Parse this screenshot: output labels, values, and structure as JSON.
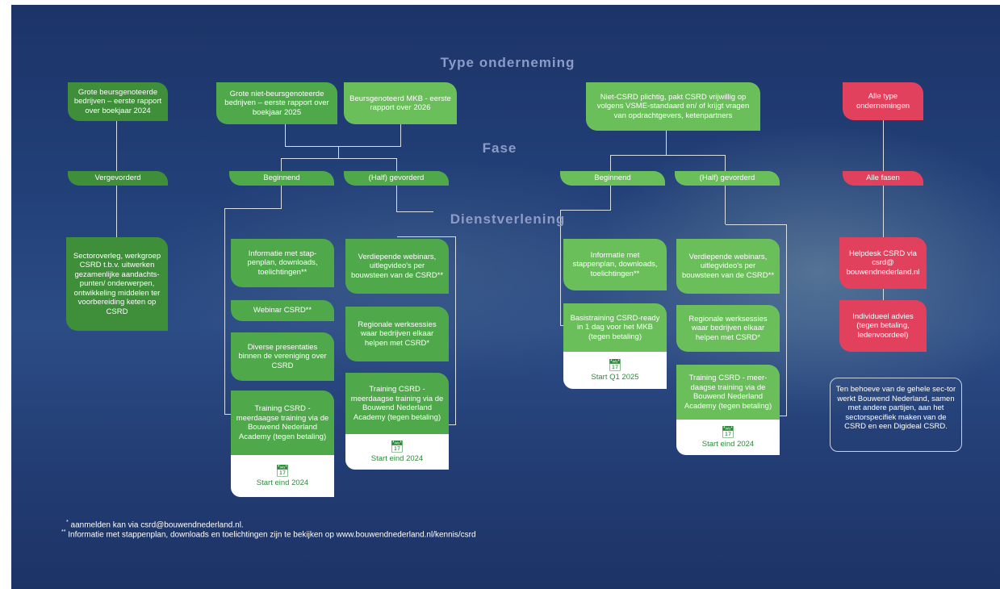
{
  "headings": {
    "type_onderneming": "Type onderneming",
    "fase": "Fase",
    "dienstverlening": "Dienstverlening"
  },
  "types": {
    "grote_beursgenoteerde": "Grote beursgenoteerde bedrijven – eerste rapport over boekjaar 2024",
    "grote_niet_beursgenoteerde": "Grote niet-beursgenoteerde bedrijven – eerste rapport over boekjaar 2025",
    "mkb": "Beursgenoteerd MKB - eerste rapport over 2026",
    "niet_csrd": "Niet-CSRD plichtig, pakt CSRD vrijwillig op volgens VSME-standaard en/ of krijgt vragen van opdrachtgevers, ketenpartners",
    "alle_type": "Alle type ondernemingen"
  },
  "fases": {
    "vergevorderd": "Vergevorderd",
    "beginnend_1": "Beginnend",
    "half_1": "(Half) gevorderd",
    "beginnend_2": "Beginnend",
    "half_2": "(Half) gevorderd",
    "alle_fasen": "Alle fasen"
  },
  "services": {
    "sectoroverleg": "Sectoroverleg, werkgroep CSRD t.b.v. uitwerken gezamenlijke aandachts-punten/ onderwerpen, ontwikkeling middelen ter voorbereiding keten op CSRD",
    "info_1": "Informatie met stap-penplan, downloads, toelichtingen**",
    "webinar": "Webinar CSRD**",
    "presentaties": "Diverse presentaties binnen de vereniging over CSRD",
    "training_1": "Training CSRD - meerdaagse training via de Bouwend Nederland Academy (tegen betaling)",
    "start_1": "Start eind 2024",
    "verdiepende_1": "Verdiepende webinars, uitlegvideo's per bouwsteen van de CSRD**",
    "regionale_1": "Regionale werksessies waar bedrijven elkaar helpen met CSRD*",
    "training_2": "Training CSRD - meerdaagse training via de Bouwend Nederland Academy (tegen betaling)",
    "start_2": "Start eind 2024",
    "info_2": "Informatie met stappenplan, downloads, toelichtingen**",
    "basistraining": "Basistraining CSRD-ready in 1 dag voor het MKB (tegen betaling)",
    "start_3": "Start Q1 2025",
    "verdiepende_2": "Verdiepende webinars, uitlegvideo's per bouwsteen van de CSRD**",
    "regionale_2": "Regionale werksessies waar bedrijven elkaar helpen met CSRD*",
    "training_3": "Training CSRD - meer-daagse training via de Bouwend Nederland Academy (tegen betaling)",
    "start_4": "Start eind 2024",
    "helpdesk": "Helpdesk CSRD via csrd@ bouwendnederland.nl",
    "advies": "Individueel advies (tegen betaling, ledenvoordeel)"
  },
  "note": "Ten behoeve van de gehele sec-tor werkt Bouwend Nederland, samen met andere partijen, aan het sectorspecifiek maken van de CSRD en een Digideal CSRD.",
  "footnotes": {
    "f1_mark": "*",
    "f1": "aanmelden kan via csrd@bouwendnederland.nl.",
    "f2_mark": "**",
    "f2": "Informatie met stappenplan, downloads en toelichtingen zijn te bekijken op www.bouwendnederland.nl/kennis/csrd"
  },
  "icons": {
    "calendar": "calendar-icon"
  },
  "colors": {
    "dark_green": "#3f8e3a",
    "green": "#4fa94a",
    "light_green": "#6bbf5b",
    "pink": "#e2415e",
    "background": "#23417a"
  }
}
